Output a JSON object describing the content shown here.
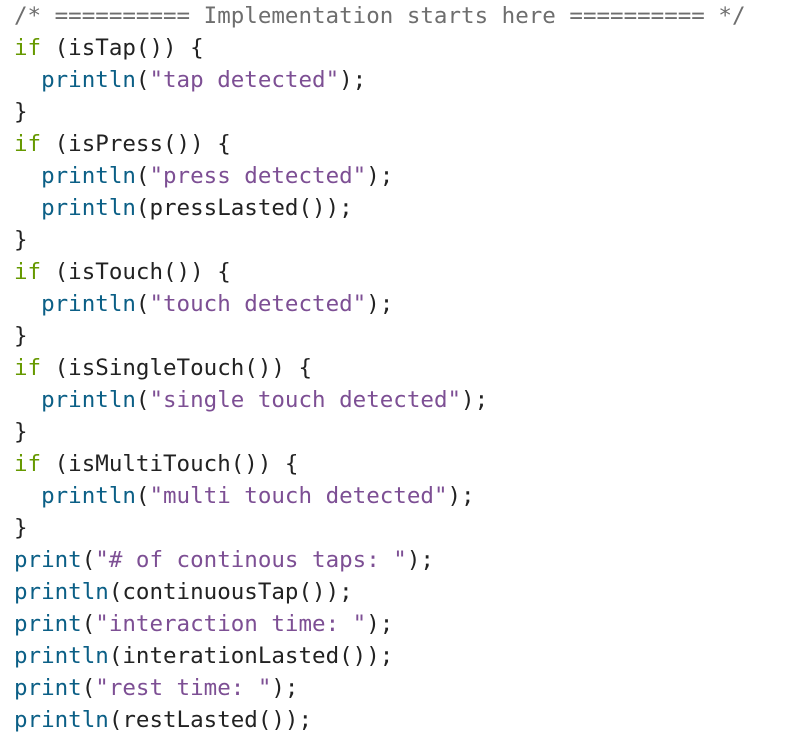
{
  "editor": {
    "lines": [
      [
        {
          "t": "/* ========== Implementation starts here ========== */",
          "k": "comment"
        }
      ],
      [
        {
          "t": "if",
          "k": "keyword"
        },
        {
          "t": " (isTap()) {",
          "k": "plain"
        }
      ],
      [
        {
          "t": "  ",
          "k": "plain"
        },
        {
          "t": "println",
          "k": "func"
        },
        {
          "t": "(",
          "k": "plain"
        },
        {
          "t": "\"tap detected\"",
          "k": "string"
        },
        {
          "t": ");",
          "k": "plain"
        }
      ],
      [
        {
          "t": "}",
          "k": "plain"
        }
      ],
      [
        {
          "t": "if",
          "k": "keyword"
        },
        {
          "t": " (isPress()) {",
          "k": "plain"
        }
      ],
      [
        {
          "t": "  ",
          "k": "plain"
        },
        {
          "t": "println",
          "k": "func"
        },
        {
          "t": "(",
          "k": "plain"
        },
        {
          "t": "\"press detected\"",
          "k": "string"
        },
        {
          "t": ");",
          "k": "plain"
        }
      ],
      [
        {
          "t": "  ",
          "k": "plain"
        },
        {
          "t": "println",
          "k": "func"
        },
        {
          "t": "(pressLasted());",
          "k": "plain"
        }
      ],
      [
        {
          "t": "}",
          "k": "plain"
        }
      ],
      [
        {
          "t": "if",
          "k": "keyword"
        },
        {
          "t": " (isTouch()) {",
          "k": "plain"
        }
      ],
      [
        {
          "t": "  ",
          "k": "plain"
        },
        {
          "t": "println",
          "k": "func"
        },
        {
          "t": "(",
          "k": "plain"
        },
        {
          "t": "\"touch detected\"",
          "k": "string"
        },
        {
          "t": ");",
          "k": "plain"
        }
      ],
      [
        {
          "t": "}",
          "k": "plain"
        }
      ],
      [
        {
          "t": "if",
          "k": "keyword"
        },
        {
          "t": " (isSingleTouch()) {",
          "k": "plain"
        }
      ],
      [
        {
          "t": "  ",
          "k": "plain"
        },
        {
          "t": "println",
          "k": "func"
        },
        {
          "t": "(",
          "k": "plain"
        },
        {
          "t": "\"single touch detected\"",
          "k": "string"
        },
        {
          "t": ");",
          "k": "plain"
        }
      ],
      [
        {
          "t": "}",
          "k": "plain"
        }
      ],
      [
        {
          "t": "if",
          "k": "keyword"
        },
        {
          "t": " (isMultiTouch()) {",
          "k": "plain"
        }
      ],
      [
        {
          "t": "  ",
          "k": "plain"
        },
        {
          "t": "println",
          "k": "func"
        },
        {
          "t": "(",
          "k": "plain"
        },
        {
          "t": "\"multi touch detected\"",
          "k": "string"
        },
        {
          "t": ");",
          "k": "plain"
        }
      ],
      [
        {
          "t": "}",
          "k": "plain"
        }
      ],
      [
        {
          "t": "print",
          "k": "func"
        },
        {
          "t": "(",
          "k": "plain"
        },
        {
          "t": "\"# of continous taps: \"",
          "k": "string"
        },
        {
          "t": ");",
          "k": "plain"
        }
      ],
      [
        {
          "t": "println",
          "k": "func"
        },
        {
          "t": "(continuousTap());",
          "k": "plain"
        }
      ],
      [
        {
          "t": "print",
          "k": "func"
        },
        {
          "t": "(",
          "k": "plain"
        },
        {
          "t": "\"interaction time: \"",
          "k": "string"
        },
        {
          "t": ");",
          "k": "plain"
        }
      ],
      [
        {
          "t": "println",
          "k": "func"
        },
        {
          "t": "(interationLasted());",
          "k": "plain"
        }
      ],
      [
        {
          "t": "print",
          "k": "func"
        },
        {
          "t": "(",
          "k": "plain"
        },
        {
          "t": "\"rest time: \"",
          "k": "string"
        },
        {
          "t": ");",
          "k": "plain"
        }
      ],
      [
        {
          "t": "println",
          "k": "func"
        },
        {
          "t": "(restLasted());",
          "k": "plain"
        }
      ]
    ]
  },
  "colors": {
    "background": "#ffffff",
    "comment": "#6e6e6e",
    "keyword": "#669900",
    "function": "#0b5f86",
    "string": "#7d4f94",
    "plain": "#222222"
  }
}
